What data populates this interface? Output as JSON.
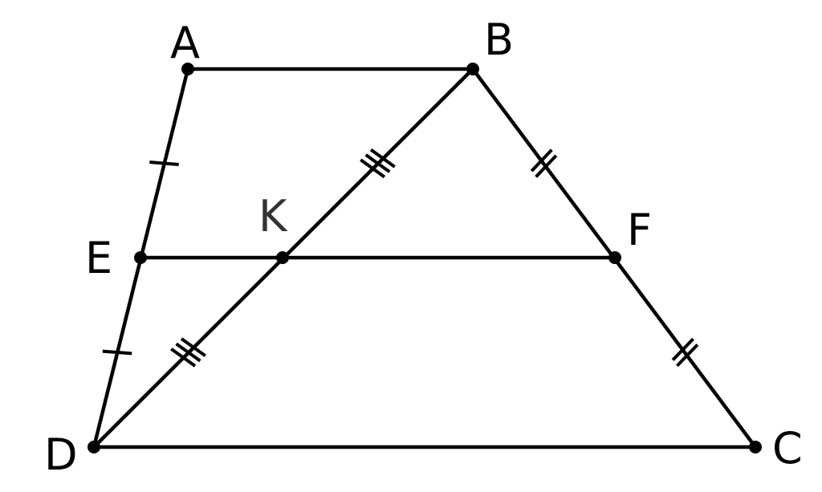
{
  "points": {
    "A": {
      "label": "A"
    },
    "B": {
      "label": "B"
    },
    "C": {
      "label": "C"
    },
    "D": {
      "label": "D"
    },
    "E": {
      "label": "E"
    },
    "F": {
      "label": "F"
    },
    "K": {
      "label": "K"
    }
  },
  "segments": [
    {
      "name": "AB",
      "from": "A",
      "to": "B"
    },
    {
      "name": "AD",
      "from": "A",
      "to": "D"
    },
    {
      "name": "BC",
      "from": "B",
      "to": "C"
    },
    {
      "name": "DC",
      "from": "D",
      "to": "C"
    },
    {
      "name": "BD",
      "from": "B",
      "to": "D"
    },
    {
      "name": "EF",
      "from": "E",
      "to": "F"
    }
  ],
  "equal_marks": [
    {
      "segment": "AE",
      "ticks": 1
    },
    {
      "segment": "ED",
      "ticks": 1
    },
    {
      "segment": "BF",
      "ticks": 2
    },
    {
      "segment": "FC",
      "ticks": 2
    },
    {
      "segment": "BK",
      "ticks": 3
    },
    {
      "segment": "KD",
      "ticks": 3
    }
  ],
  "colors": {
    "line": "#000000",
    "label": "#000000",
    "label_k": "#333333",
    "background": "#ffffff"
  }
}
